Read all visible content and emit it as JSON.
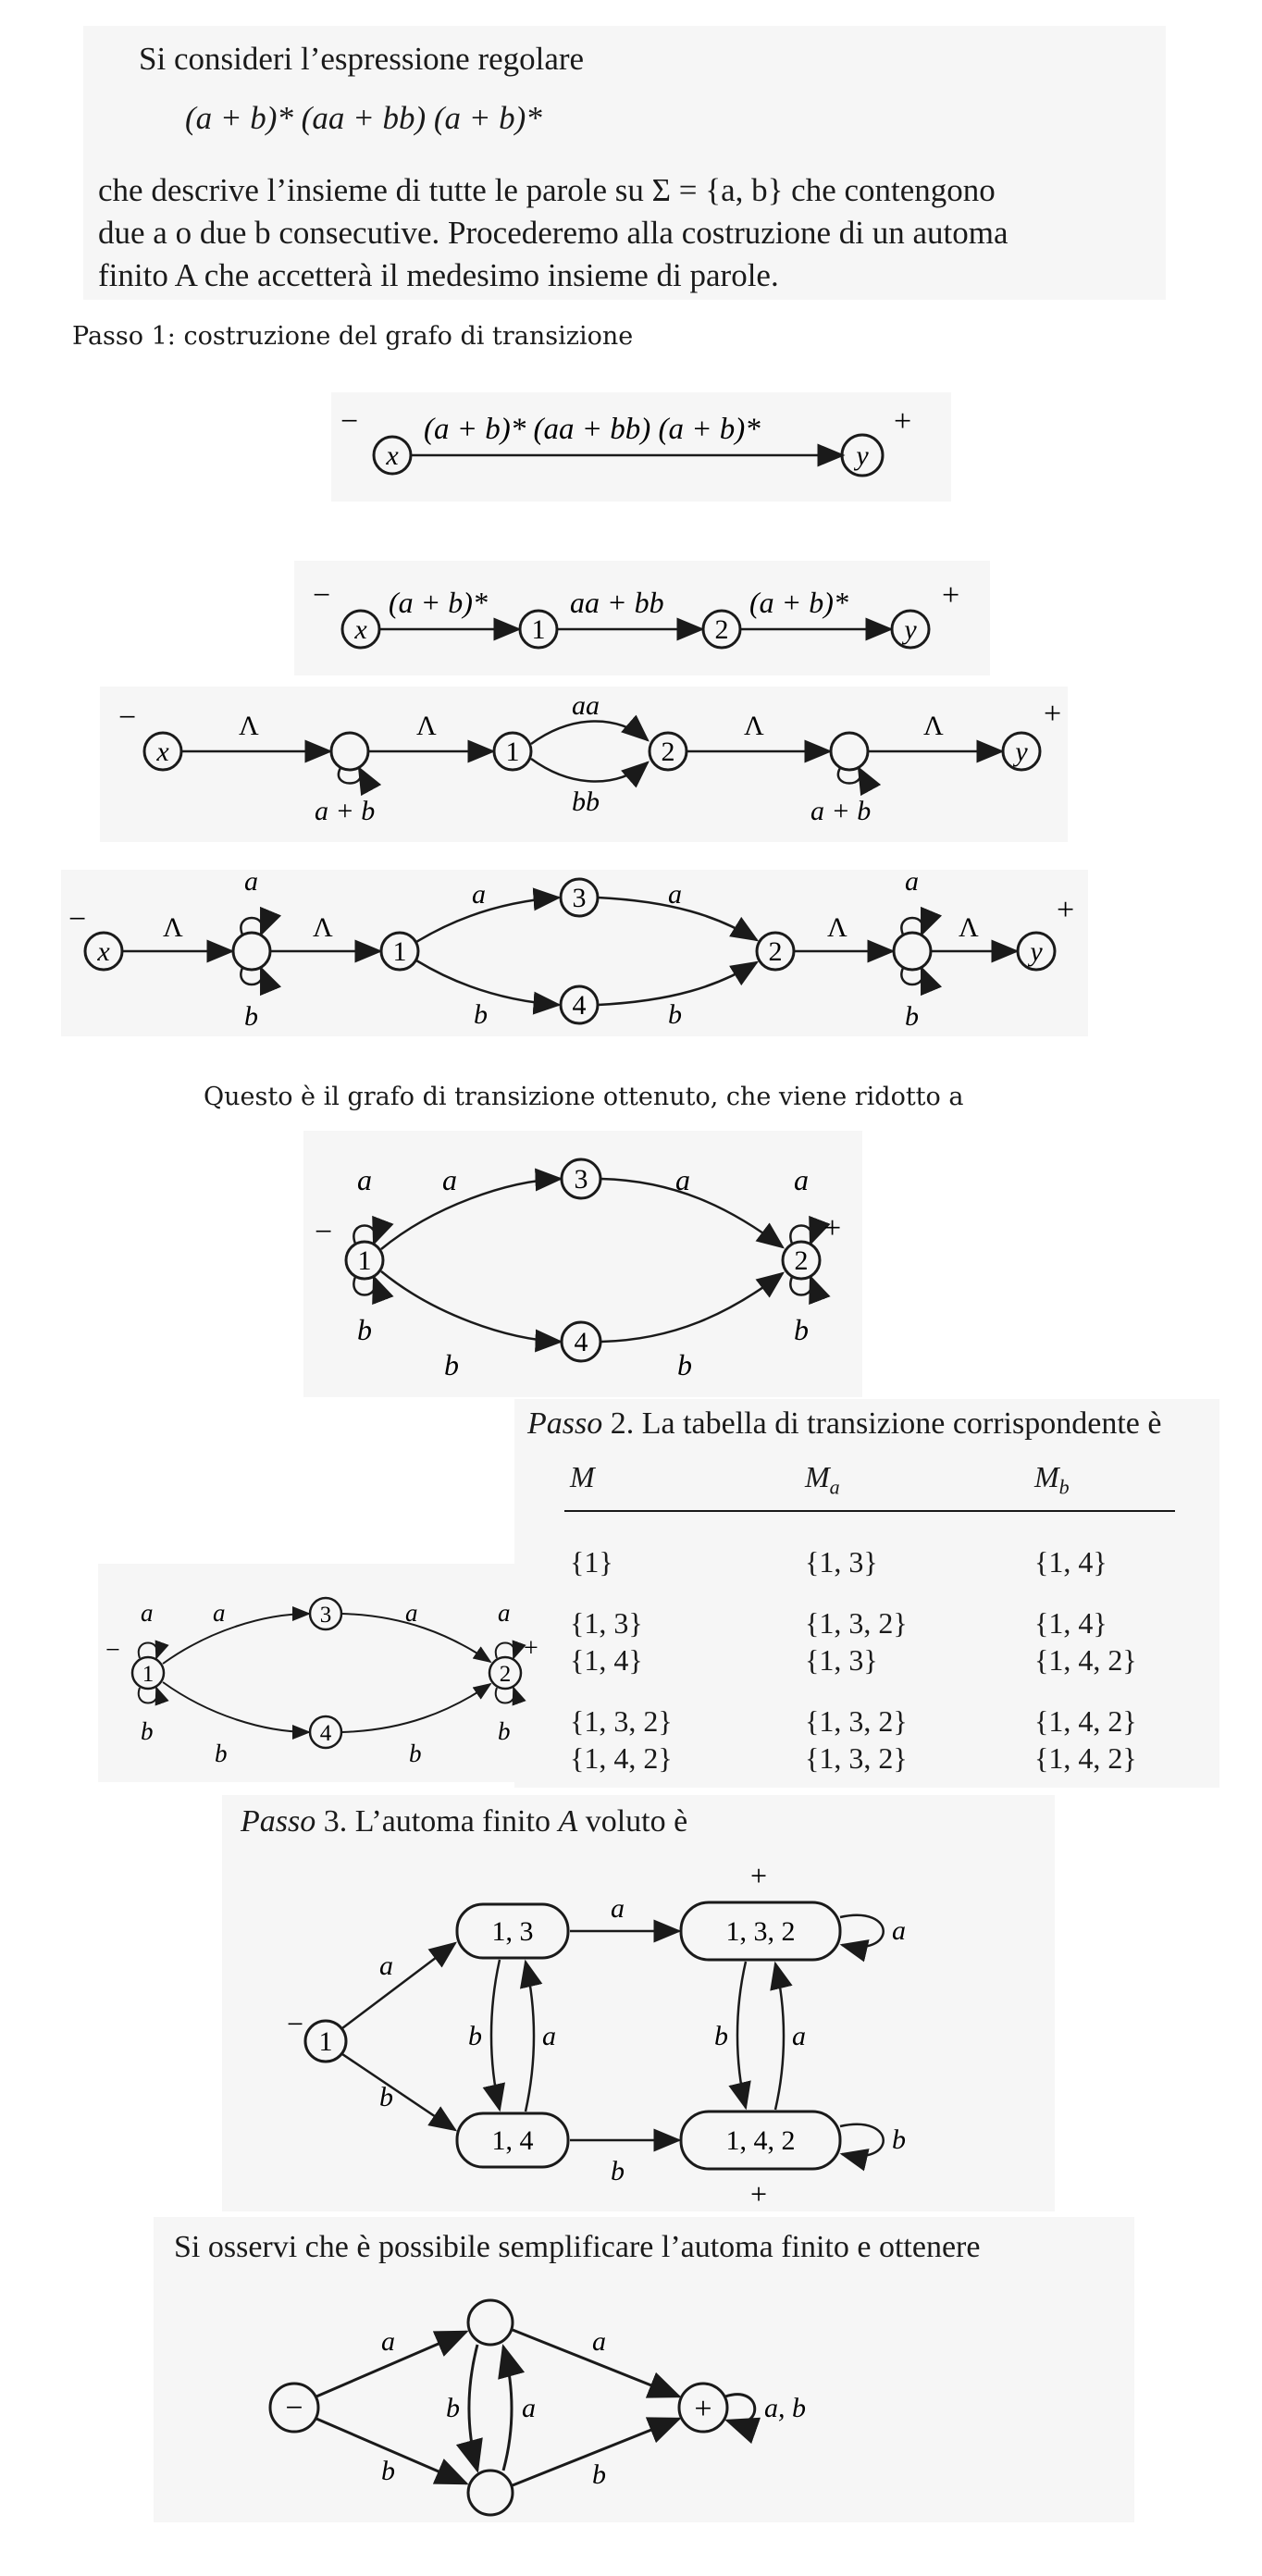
{
  "intro": {
    "line1": "Si consideri l’espressione regolare",
    "regex": "(a + b)* (aa + bb) (a + b)*",
    "line2": "che descrive l’insieme di tutte le parole su Σ = {a, b} che contengono",
    "line3": "due a o due b consecutive. Procederemo alla costruzione di un automa",
    "line4": "finito A che accetterà il medesimo insieme di parole."
  },
  "step1": {
    "heading": "Passo 1: costruzione del grafo di transizione"
  },
  "graph1": {
    "start": "x",
    "end": "y",
    "minus": "−",
    "plus": "+",
    "edge": "(a + b)* (aa + bb) (a + b)*"
  },
  "graph2": {
    "states": [
      "x",
      "1",
      "2",
      "y"
    ],
    "edges": [
      "(a + b)*",
      "aa + bb",
      "(a + b)*"
    ],
    "minus": "−",
    "plus": "+"
  },
  "graph3": {
    "states": [
      "x",
      "1",
      "2",
      "y"
    ],
    "lambda": "Λ",
    "loop": "a + b",
    "upper": "aa",
    "lower": "bb",
    "minus": "−",
    "plus": "+"
  },
  "graph4": {
    "states": [
      "x",
      "1",
      "3",
      "2",
      "4",
      "y"
    ],
    "lambda": "Λ",
    "a": "a",
    "b": "b",
    "minus": "−",
    "plus": "+"
  },
  "reduced_caption": "Questo è il grafo di transizione ottenuto, che viene ridotto a",
  "graph5": {
    "states": [
      "1",
      "3",
      "2",
      "4"
    ],
    "a": "a",
    "b": "b",
    "minus": "−",
    "plus": "+"
  },
  "step2": {
    "heading_italic": "Passo",
    "heading_rest": " 2.  La tabella di transizione corrispondente è",
    "columns": [
      "M",
      "M",
      "M"
    ],
    "column_subs": [
      "",
      "a",
      "b"
    ],
    "rows": [
      [
        "{1}",
        "{1, 3}",
        "{1, 4}"
      ],
      [
        "{1, 3}",
        "{1, 3, 2}",
        "{1, 4}"
      ],
      [
        "{1, 4}",
        "{1, 3}",
        "{1, 4, 2}"
      ],
      [
        "{1, 3, 2}",
        "{1, 3, 2}",
        "{1, 4, 2}"
      ],
      [
        "{1, 4, 2}",
        "{1, 3, 2}",
        "{1, 4, 2}"
      ]
    ]
  },
  "graph6": {
    "states": [
      "1",
      "3",
      "2",
      "4"
    ],
    "a": "a",
    "b": "b",
    "minus": "−",
    "plus": "+"
  },
  "step3": {
    "heading_italic": "Passo",
    "heading_mid": " 3.  L’automa finito ",
    "heading_A": "A",
    "heading_end": " voluto è",
    "states": [
      "1",
      "1, 3",
      "1, 4",
      "1, 3, 2",
      "1, 4, 2"
    ],
    "a": "a",
    "b": "b",
    "minus": "−",
    "plus": "+"
  },
  "simplify": {
    "text": "Si osservi che è possibile semplificare l’automa finito e ottenere",
    "start": "−",
    "final": "+",
    "a": "a",
    "b": "b",
    "loop": "a, b"
  }
}
